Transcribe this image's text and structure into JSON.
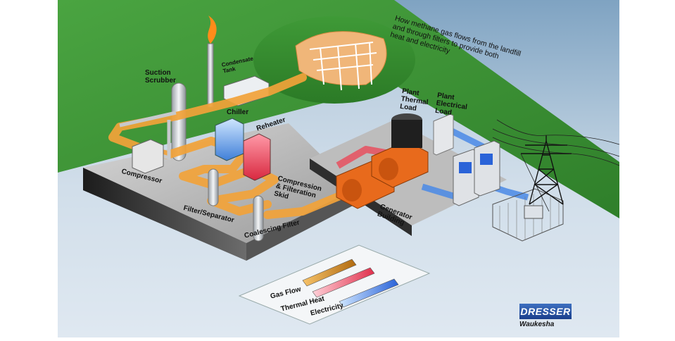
{
  "title_lines": [
    "How methane gas flows from the landfill",
    "and through filters to provide both",
    "heat and electricity"
  ],
  "labels": {
    "suction_scrubber": "Suction\nScrubber",
    "condensate_tank": "Condensate\nTank",
    "chiller": "Chiller",
    "reheater": "Reheater",
    "compressor": "Compressor",
    "filter_separator": "Filter/Separator",
    "coalescing_filter": "Coalescing Filter",
    "skid": "Compression\n& Filteration\nSkid",
    "plant_thermal_load": "Plant\nThermal\nLoad",
    "plant_electrical_load": "Plant\nElectrical\nLoad",
    "generator_building": "Generator\nBuilding"
  },
  "legend": [
    {
      "label": "Gas Flow",
      "color_from": "#f7c36a",
      "color_to": "#b06a10"
    },
    {
      "label": "Thermal Heat",
      "color_from": "#ffd0d8",
      "color_to": "#e0304c"
    },
    {
      "label": "Electricity",
      "color_from": "#cfe6ff",
      "color_to": "#2a63d8"
    }
  ],
  "brand": {
    "name": "DRESSER",
    "sub": "Waukesha"
  },
  "colors": {
    "sky_top": "#7fa3c2",
    "ground_green": "#3f9a37",
    "gas_pipe": "#f2a33a",
    "thermal": "#e8505f",
    "electric": "#4a8ae6",
    "equipment_orange": "#e86a1c"
  }
}
